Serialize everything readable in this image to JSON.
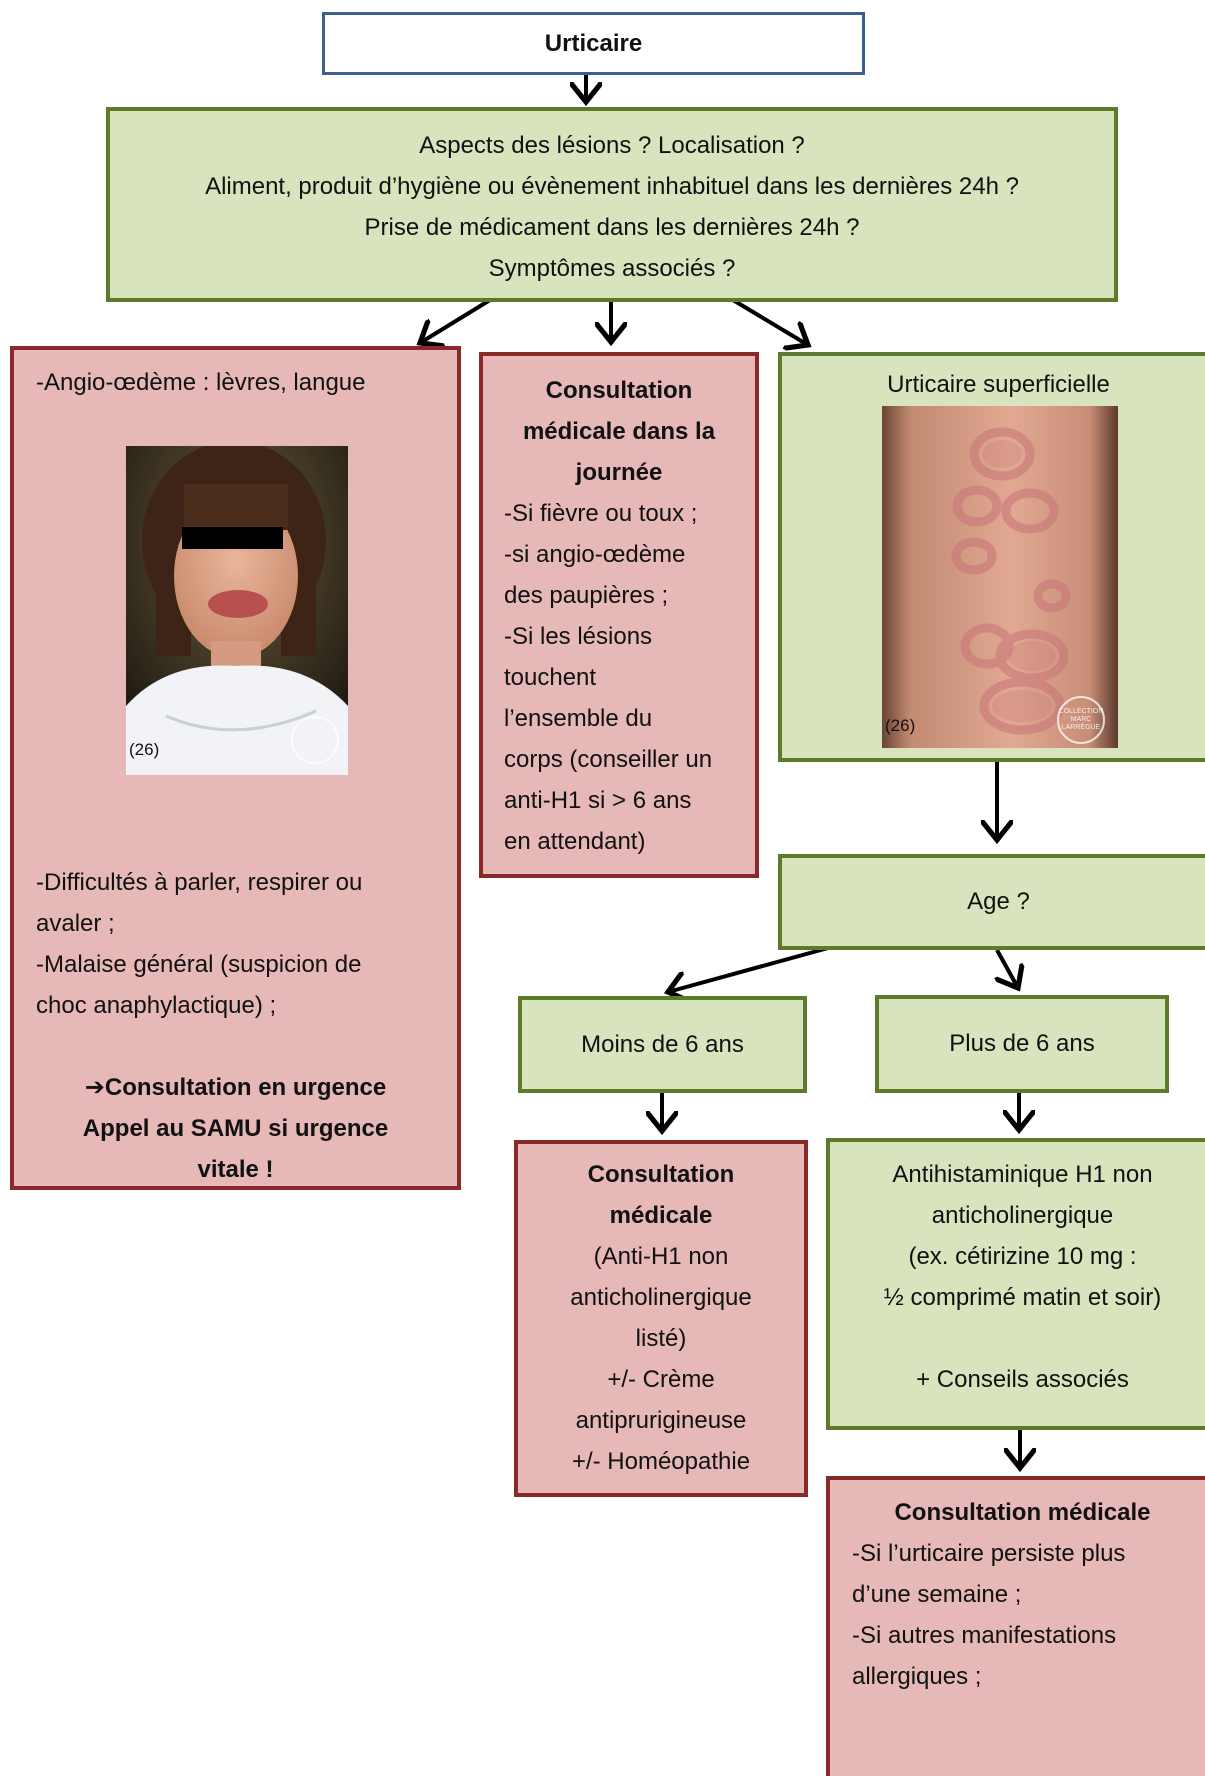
{
  "root": {
    "title": "Urticaire"
  },
  "questions": {
    "lines": [
      "Aspects des lésions ? Localisation ?",
      "Aliment, produit d’hygiène ou évènement inhabituel dans les dernières 24h ?",
      "Prise de médicament dans les dernières 24h ?",
      "Symptômes associés ?"
    ]
  },
  "urgent": {
    "heading": "-Angio-œdème : lèvres, langue",
    "photo_caption": "(26)",
    "lines": [
      "-Difficultés à parler, respirer ou",
      "avaler ;",
      "-Malaise général (suspicion de",
      "choc anaphylactique) ;"
    ],
    "conclusion": [
      "Consultation en urgence",
      "Appel au SAMU si urgence",
      "vitale !"
    ]
  },
  "same_day": {
    "title": [
      "Consultation",
      "médicale dans la",
      "journée"
    ],
    "lines": [
      "-Si fièvre ou toux ;",
      "-si angio-œdème",
      "des paupières ;",
      "-Si les lésions",
      "touchent",
      "l’ensemble du",
      "corps (conseiller un",
      "anti-H1 si > 6 ans",
      "en attendant)"
    ]
  },
  "superficial": {
    "title": "Urticaire superficielle",
    "photo_caption": "(26)",
    "stamp_text": [
      "COLLECTION",
      "MARC",
      "LARRÈGUE"
    ]
  },
  "age": {
    "label": "Age ?"
  },
  "under6": {
    "label": "Moins de 6 ans"
  },
  "over6": {
    "label": "Plus de 6 ans"
  },
  "under6_result": {
    "title": [
      "Consultation",
      "médicale"
    ],
    "lines": [
      "(Anti-H1 non",
      "anticholinergique",
      "listé)",
      "+/- Crème",
      "antiprurigineuse",
      "+/- Homéopathie"
    ]
  },
  "over6_result": {
    "lines": [
      "Antihistaminique H1 non",
      "anticholinergique",
      "(ex. cétirizine 10 mg :",
      "½ comprimé matin et soir)"
    ],
    "advice": "+ Conseils associés"
  },
  "final": {
    "title": "Consultation médicale",
    "lines": [
      "-Si l’urticaire persiste plus",
      "d’une semaine ;",
      "-Si autres manifestations",
      "allergiques ;"
    ]
  }
}
